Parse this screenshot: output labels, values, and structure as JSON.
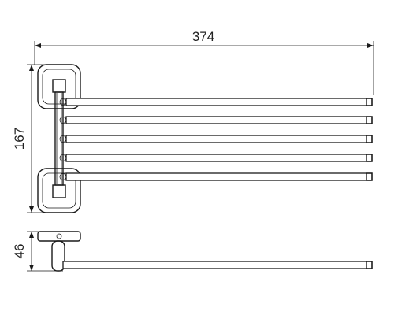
{
  "dimensions": {
    "width_label": "374",
    "height_label": "167",
    "depth_label": "46"
  },
  "front_view": {
    "arm_count": 5
  },
  "colors": {
    "stroke": "#1a1a1a",
    "background": "#ffffff"
  }
}
